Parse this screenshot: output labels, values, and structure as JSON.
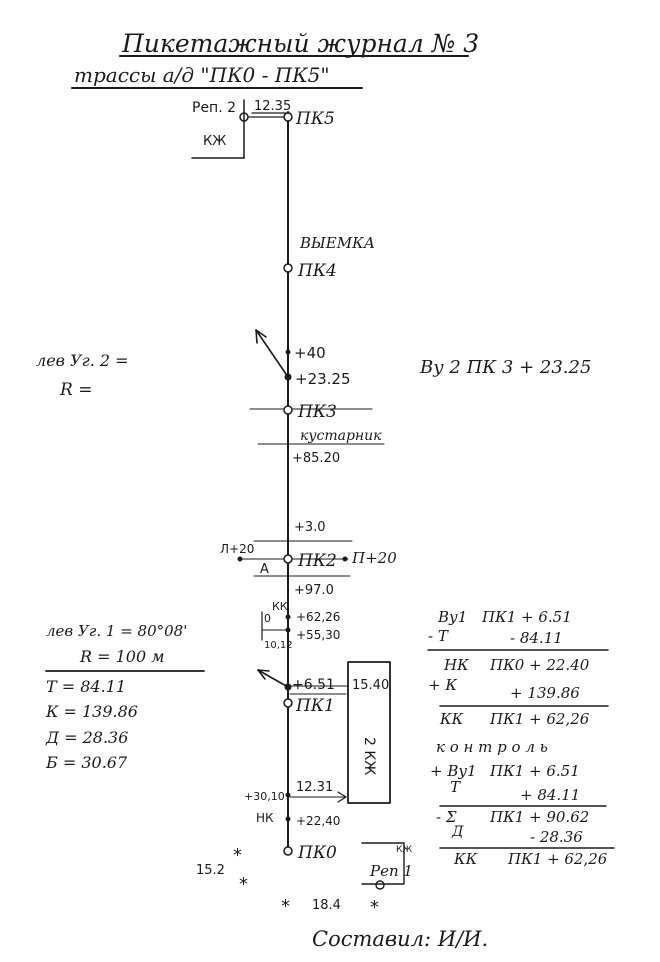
{
  "title": "Пикетажный журнал № 3",
  "subtitle": "трассы а/д  \"ПК0 - ПК5\"",
  "benchmarks": {
    "rep2": "Реп. 2",
    "rep2_value": "12.35",
    "rep2_kzh": "КЖ",
    "rep1": "Реп 1",
    "rep1_kzh": "КЖ"
  },
  "stations": {
    "pk5": "ПК5",
    "vyemka": "ВЫЕМКА",
    "pk4": "ПК4",
    "p40": "+40",
    "p2325": "+23.25",
    "pk3": "ПК3",
    "kustarnik": "кустарник",
    "p8520": "+85.20",
    "p30": "+3.0",
    "l20": "Л+20",
    "pk2": "ПК2",
    "p_r20": "П+20",
    "a_mark": "А",
    "p970": "+97.0",
    "kk": "КК",
    "p6226": "+62,26",
    "zero_mark": "0",
    "p5530": "+55,30",
    "v1012": "10,12",
    "p651": "+6.51",
    "b1540": "15.40",
    "pk1": "ПК1",
    "kzh2": "2 КЖ",
    "p1231": "12.31",
    "p3010": "+30,10",
    "nk": "НК",
    "p2240": "+22,40",
    "pk0": "ПК0",
    "m152": "15.2",
    "m184": "18.4"
  },
  "angle2": {
    "line1": "лев Уг. 2 =",
    "line2": "R ="
  },
  "vu2": "Ву 2   ПК 3 + 23.25",
  "angle1": {
    "line1": "лев Уг. 1 = 80°08'",
    "line2": "R = 100 м",
    "t": "Т = 84.11",
    "k": "К = 139.86",
    "d": "Д = 28.36",
    "b": "Б = 30.67"
  },
  "calc": {
    "r1a": "Ву1",
    "r1b": "ПК1 + 6.51",
    "r2a": "- Т",
    "r2b": "- 84.11",
    "r3a": "НК",
    "r3b": "ПК0 + 22.40",
    "r4a": "+ К",
    "r4b": "+ 139.86",
    "r5a": "КК",
    "r5b": "ПК1 + 62,26",
    "control": "к о н т р о л ь",
    "r7a": "+ Ву1",
    "r7b": "ПК1 + 6.51",
    "r8a": "Т",
    "r8b": "+ 84.11",
    "r9a": "- Σ",
    "r9b": "ПК1 + 90.62",
    "r10a": "Д",
    "r10b": "- 28.36",
    "r11a": "КК",
    "r11b": "ПК1 + 62,26"
  },
  "signature": "Составил:  И/И."
}
